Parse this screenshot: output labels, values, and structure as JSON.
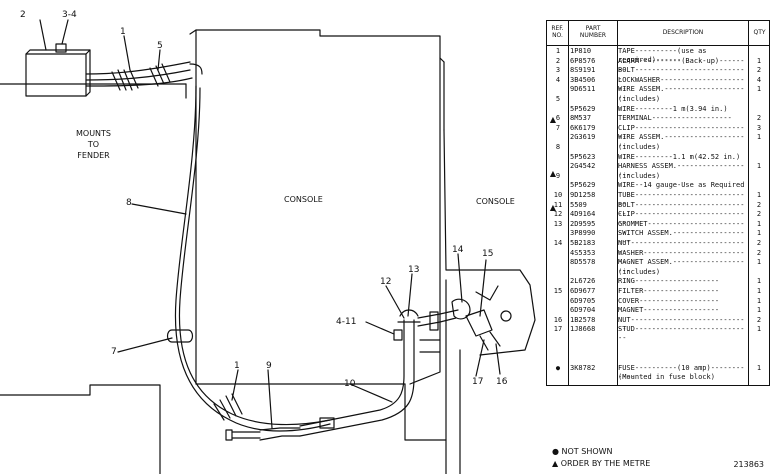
{
  "callouts": {
    "c2": "2",
    "c34": "3-4",
    "c1a": "1",
    "c5": "5",
    "c8": "8",
    "c7": "7",
    "c1b": "1",
    "c9": "9",
    "c10": "10",
    "c411": "4-11",
    "c12": "12",
    "c13": "13",
    "c14": "14",
    "c15": "15",
    "c16": "16",
    "c17": "17"
  },
  "drawing_labels": {
    "mounts": "MOUNTS\nTO\nFENDER",
    "console_left": "CONSOLE",
    "console_right": "CONSOLE"
  },
  "table": {
    "headers": {
      "ref": "REF.\nNO.",
      "part": "PART\nNUMBER",
      "desc": "DESCRIPTION",
      "qty": "QTY"
    },
    "rows": [
      {
        "ref": "1",
        "part": "1P810",
        "desc": "TAPE----------(use as required)------",
        "qty": ""
      },
      {
        "ref": "2",
        "part": "6P8576",
        "desc": "ALARM----------(Back-up)--------",
        "qty": "1"
      },
      {
        "ref": "3",
        "part": "8S9191",
        "desc": "BOLT---------------------------",
        "qty": "2"
      },
      {
        "ref": "4",
        "part": "3B4506",
        "desc": "LOCKWASHER----------------------",
        "qty": "4"
      },
      {
        "ref": "",
        "part": "9D6511",
        "desc": "WIRE ASSEM.---------------------",
        "qty": "1"
      },
      {
        "ref": "5",
        "part": "",
        "desc": "   (includes)",
        "qty": ""
      },
      {
        "ref": "",
        "part": "5P5629",
        "desc": "   WIRE---------1 m(3.94 in.)",
        "qty": ""
      },
      {
        "ref": "6",
        "part": "8M537",
        "desc": "   TERMINAL-------------------",
        "qty": "2"
      },
      {
        "ref": "7",
        "part": "6K6179",
        "desc": "CLIP----------------------------",
        "qty": "3"
      },
      {
        "ref": "",
        "part": "2G3619",
        "desc": "WIRE ASSEM.---------------------",
        "qty": "1"
      },
      {
        "ref": "8",
        "part": "",
        "desc": "   (includes)",
        "qty": ""
      },
      {
        "ref": "",
        "part": "5P5623",
        "desc": "   WIRE---------1.1 m(42.52 in.)",
        "qty": ""
      },
      {
        "ref": "",
        "part": "2G4542",
        "desc": "HARNESS ASSEM.-------------------",
        "qty": "1"
      },
      {
        "ref": "9",
        "part": "",
        "desc": "   (includes)",
        "qty": ""
      },
      {
        "ref": "",
        "part": "5P5629",
        "desc": "   WIRE--14 gauge-Use as Required",
        "qty": ""
      },
      {
        "ref": "10",
        "part": "9D1258",
        "desc": "TUBE----------------------------",
        "qty": "1"
      },
      {
        "ref": "11",
        "part": "5509",
        "desc": "BOLT----------------------------",
        "qty": "2"
      },
      {
        "ref": "12",
        "part": "4D9164",
        "desc": "CLIP----------------------------",
        "qty": "2"
      },
      {
        "ref": "13",
        "part": "2D9595",
        "desc": "GROMMET-------------------------",
        "qty": "1"
      },
      {
        "ref": "",
        "part": "3P8990",
        "desc": "SWITCH ASSEM.--------------------",
        "qty": "1"
      },
      {
        "ref": "14",
        "part": "5B2183",
        "desc": "NUT-----------------------------",
        "qty": "2"
      },
      {
        "ref": "",
        "part": "4S5353",
        "desc": "WASHER--------------------------",
        "qty": "2"
      },
      {
        "ref": "",
        "part": "8D5578",
        "desc": "MAGNET ASSEM.--------------------",
        "qty": "1"
      },
      {
        "ref": "",
        "part": "",
        "desc": "   (includes)",
        "qty": ""
      },
      {
        "ref": "",
        "part": "2L6726",
        "desc": "      RING--------------------",
        "qty": "1"
      },
      {
        "ref": "15",
        "part": "6D9677",
        "desc": "      FILTER------------------",
        "qty": "1"
      },
      {
        "ref": "",
        "part": "6D9705",
        "desc": "      COVER-------------------",
        "qty": "1"
      },
      {
        "ref": "",
        "part": "6D9704",
        "desc": "      MAGNET------------------",
        "qty": "1"
      },
      {
        "ref": "16",
        "part": "1B2578",
        "desc": "NUT-----------------------------",
        "qty": "2"
      },
      {
        "ref": "17",
        "part": "1J8668",
        "desc": "STUD----------------------------",
        "qty": "1"
      },
      {
        "ref": "",
        "part": "",
        "desc": "",
        "qty": ""
      },
      {
        "ref": "",
        "part": "",
        "desc": "",
        "qty": ""
      },
      {
        "ref": "",
        "part": "",
        "desc": "",
        "qty": ""
      },
      {
        "ref": "●",
        "part": "3K8782",
        "desc": "FUSE----------(10 amp)------------",
        "qty": "1"
      },
      {
        "ref": "",
        "part": "",
        "desc": "   (Mounted in fuse block)",
        "qty": ""
      }
    ],
    "markers": {
      "m1": "▲",
      "m2": "▲",
      "m3": "▲"
    }
  },
  "notes": {
    "not_shown": "● NOT SHOWN",
    "order_metre": "▲ ORDER BY THE METRE"
  },
  "drawing_number": "213863"
}
